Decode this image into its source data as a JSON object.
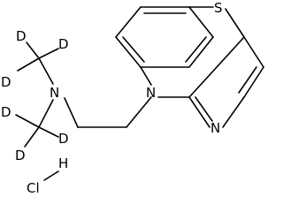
{
  "atoms": {
    "sulfur": "S",
    "ring_nitrogen": "N",
    "pyridine_nitrogen": "N",
    "amine_nitrogen": "N",
    "deuterium": "D",
    "chlorine": "Cl",
    "hydrogen": "H"
  },
  "colors": {
    "ink": "#000000",
    "background": "#ffffff"
  }
}
